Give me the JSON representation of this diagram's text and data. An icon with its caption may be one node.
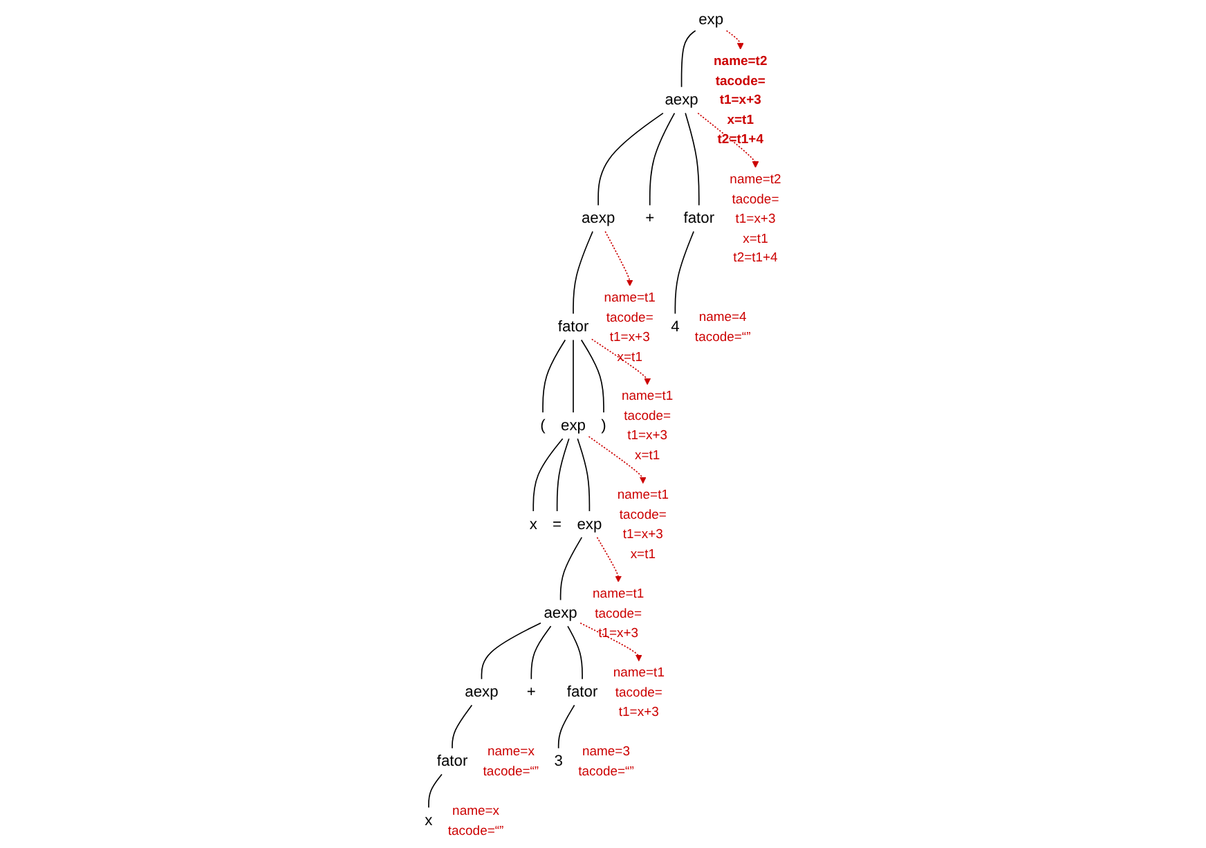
{
  "diagram": {
    "nodes": [
      {
        "text": [
          "exp"
        ]
      },
      {
        "text": [
          "aexp"
        ]
      },
      {
        "text": [
          "aexp"
        ]
      },
      {
        "text": [
          "+"
        ]
      },
      {
        "text": [
          "fator"
        ],
        "beside": [
          "name=4",
          "tacode=“”"
        ]
      },
      {
        "text": [
          "fator"
        ]
      },
      {
        "text": [
          "4"
        ]
      },
      {
        "text": [
          "("
        ]
      },
      {
        "text": [
          "exp"
        ]
      },
      {
        "text": [
          ")"
        ]
      },
      {
        "text": [
          "x"
        ]
      },
      {
        "text": [
          "="
        ]
      },
      {
        "text": [
          "exp"
        ]
      },
      {
        "text": [
          "aexp"
        ]
      },
      {
        "text": [
          "aexp"
        ],
        "beside": [
          "name=x",
          "tacode=“”"
        ]
      },
      {
        "text": [
          "+"
        ]
      },
      {
        "text": [
          "fator"
        ],
        "beside": [
          "name=3",
          "tacode=“”"
        ]
      },
      {
        "text": [
          "fator"
        ],
        "beside": [
          "name=x",
          "tacode=“”"
        ]
      },
      {
        "text": [
          "3"
        ]
      },
      {
        "text": [
          "x"
        ]
      },
      {
        "text": [
          "name=t2",
          "tacode=",
          "t1=x+3",
          "x=t1",
          "t2=t1+4"
        ]
      },
      {
        "text": [
          "name=t2",
          "tacode=",
          "t1=x+3",
          "x=t1",
          "t2=t1+4"
        ]
      },
      {
        "text": [
          "name=t1",
          "tacode=",
          "t1=x+3",
          "x=t1"
        ]
      },
      {
        "text": [
          "name=t1",
          "tacode=",
          "t1=x+3",
          "x=t1"
        ]
      },
      {
        "text": [
          "name=t1",
          "tacode=",
          "t1=x+3"
        ]
      },
      {
        "text": [
          "name=t1",
          "tacode=",
          "t1=x+3",
          "x=t1"
        ]
      },
      {
        "text": [
          "name=t1",
          "tacode=",
          "t1=x+3"
        ]
      }
    ],
    "edges": [
      {
        "from": 0,
        "to": 1,
        "arrow": "none"
      },
      {
        "from": 1,
        "to": 2,
        "arrow": "none"
      },
      {
        "from": 1,
        "to": 3,
        "arrow": "none"
      },
      {
        "from": 1,
        "to": 4,
        "arrow": "none"
      },
      {
        "from": 2,
        "to": 5,
        "arrow": "none"
      },
      {
        "from": 4,
        "to": 6,
        "arrow": "none"
      },
      {
        "from": 5,
        "to": 7,
        "arrow": "none"
      },
      {
        "from": 5,
        "to": 8,
        "arrow": "none"
      },
      {
        "from": 5,
        "to": 9,
        "arrow": "none"
      },
      {
        "from": 8,
        "to": 10,
        "arrow": "none"
      },
      {
        "from": 8,
        "to": 11,
        "arrow": "none"
      },
      {
        "from": 8,
        "to": 12,
        "arrow": "none"
      },
      {
        "from": 12,
        "to": 13,
        "arrow": "none"
      },
      {
        "from": 13,
        "to": 14,
        "arrow": "none"
      },
      {
        "from": 13,
        "to": 15,
        "arrow": "none"
      },
      {
        "from": 13,
        "to": 16,
        "arrow": "none"
      },
      {
        "from": 14,
        "to": 17,
        "arrow": "none"
      },
      {
        "from": 16,
        "to": 18,
        "arrow": "none"
      },
      {
        "from": 17,
        "to": 19,
        "arrow": "none"
      },
      {
        "from": 0,
        "to": 21,
        "arrow": "to",
        "style": "dashed",
        "color": "#cc0000"
      },
      {
        "from": 1,
        "to": 20,
        "arrow": "to",
        "style": "dashed",
        "color": "#cc0000"
      },
      {
        "from": 2,
        "to": 22,
        "arrow": "to",
        "style": "dashed",
        "color": "#cc0000"
      },
      {
        "from": 5,
        "to": 23,
        "arrow": "to",
        "style": "dashed",
        "color": "#cc0000"
      },
      {
        "from": 12,
        "to": 24,
        "arrow": "to",
        "style": "dashed",
        "color": "#cc0000"
      },
      {
        "from": 8,
        "to": 25,
        "arrow": "to",
        "style": "dashed",
        "color": "#cc0000"
      },
      {
        "from": 13,
        "to": 26,
        "arrow": "to",
        "style": "dashed",
        "color": "#cc0000"
      }
    ]
  }
}
